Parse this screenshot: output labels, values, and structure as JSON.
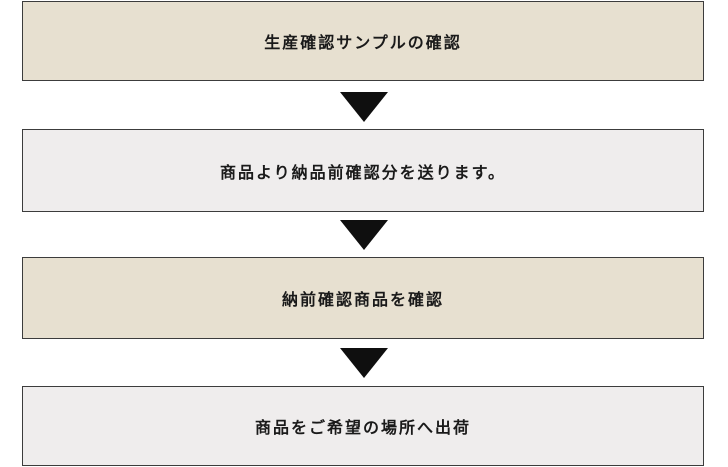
{
  "flow": {
    "steps": [
      {
        "label": "生産確認サンプルの確認"
      },
      {
        "label": "商品より納品前確認分を送ります。"
      },
      {
        "label": "納前確認商品を確認"
      },
      {
        "label": "商品をご希望の場所へ出荷"
      }
    ],
    "colors": {
      "tone_a": "#e7e0d0",
      "tone_b": "#efeded",
      "border": "#3c3c3c",
      "arrow": "#0f0f0f"
    },
    "icons": {
      "arrow": "down-triangle-icon"
    }
  }
}
